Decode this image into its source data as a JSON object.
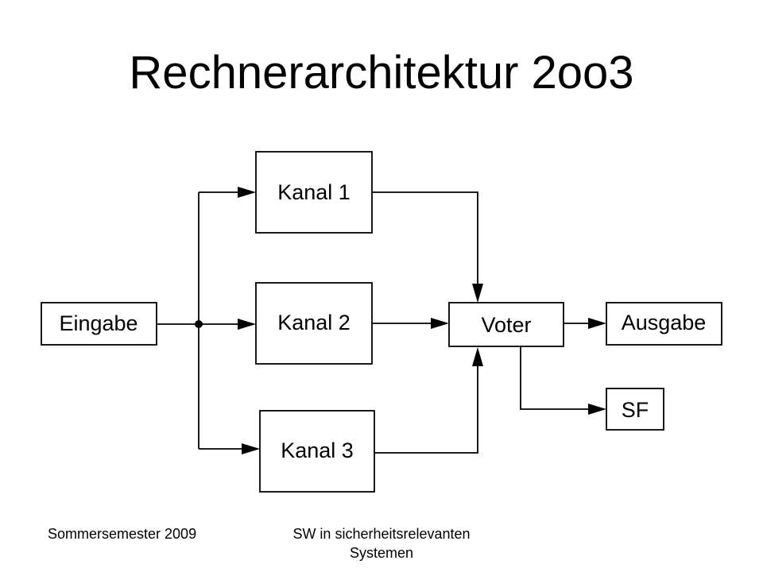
{
  "title": "Rechnerarchitektur 2oo3",
  "nodes": {
    "eingabe": "Eingabe",
    "kanal1": "Kanal 1",
    "kanal2": "Kanal 2",
    "kanal3": "Kanal 3",
    "voter": "Voter",
    "ausgabe": "Ausgabe",
    "sf": "SF"
  },
  "footer": {
    "left": "Sommersemester 2009",
    "center": "SW in sicherheitsrelevanten Systemen"
  }
}
